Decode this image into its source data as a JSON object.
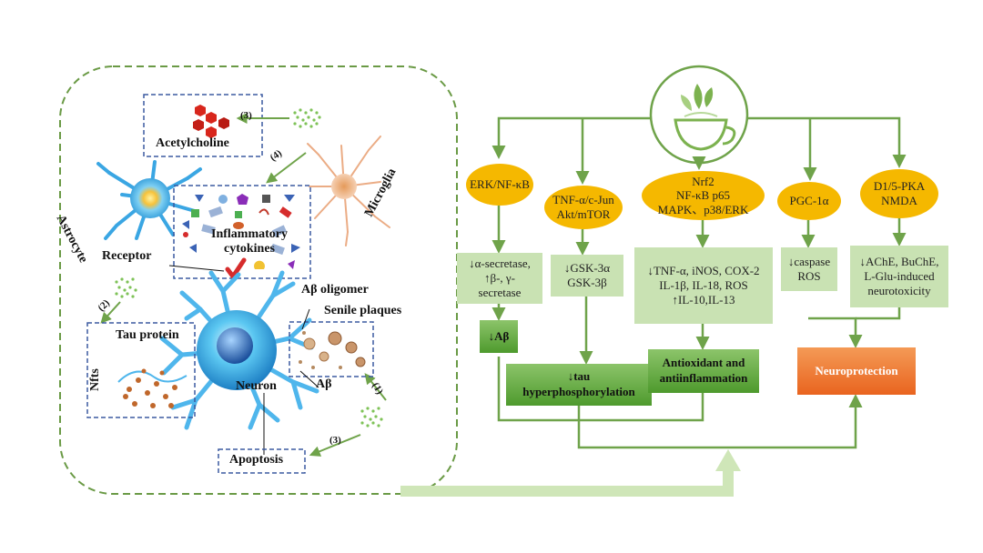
{
  "left_panel": {
    "acetylcholine": "Acetylcholine",
    "step_3_top": "(3)",
    "step_4": "(4)",
    "step_2": "(2)",
    "step_1": "(1)",
    "step_3_bottom": "(3)",
    "astrocyte": "Astrocyte",
    "microglia": "Microglia",
    "inflammatory_cytokines": "Inflammatory cytokines",
    "receptor": "Receptor",
    "abeta_oligomer": "Aβ oligomer",
    "senile_plaques": "Senile plaques",
    "tau_protein": "Tau protein",
    "nfts": "Nfts",
    "neuron": "Neuron",
    "abeta": "Aβ",
    "apoptosis": "Apoptosis"
  },
  "pathways": [
    {
      "id": "erk",
      "label": "ERK/NF-κB"
    },
    {
      "id": "tnf",
      "label": "TNF-α/c-Jun\nAkt/mTOR"
    },
    {
      "id": "nrf2",
      "label": "Nrf2\nNF-κB p65\nMAPK、p38/ERK"
    },
    {
      "id": "pgc",
      "label": "PGC-1α"
    },
    {
      "id": "d15",
      "label": "D1/5-PKA\nNMDA"
    }
  ],
  "effects": [
    {
      "id": "secretase",
      "label": "↓α-secretase,\n↑β-, γ-\nsecretase"
    },
    {
      "id": "gsk",
      "label": "↓GSK-3α\nGSK-3β"
    },
    {
      "id": "cytokines",
      "label": "↓TNF-α, iNOS, COX-2\nIL-1β, IL-18, ROS\n↑IL-10,IL-13"
    },
    {
      "id": "caspase",
      "label": "↓caspase\nROS"
    },
    {
      "id": "ache",
      "label": "↓AChE, BuChE,\nL-Glu-induced\nneurotoxicity"
    }
  ],
  "outcomes": {
    "abeta_down": "↓Aβ",
    "tau_down": "↓tau\nhyperphosphorylation",
    "antioxidant": "Antioxidant and\nantiinflammation",
    "neuroprotection": "Neuroprotection"
  },
  "colors": {
    "panel_border": "#6a9a45",
    "arrow_green": "#6fa34a",
    "pathway_fill": "#f5b800",
    "effect_fill": "#c9e2b3",
    "outcome_green": "#5aa53a",
    "neuroprotection_fill": "#ef7a3a",
    "big_arrow": "#cfe6b8",
    "dashed_box": "#3b5aa0"
  },
  "icons": [
    "tea-cup-icon",
    "astrocyte-cell",
    "microglia-cell",
    "neuron-cell",
    "tea-polyphenol-dots-icon",
    "acetylcholine-hexagon-icon"
  ]
}
